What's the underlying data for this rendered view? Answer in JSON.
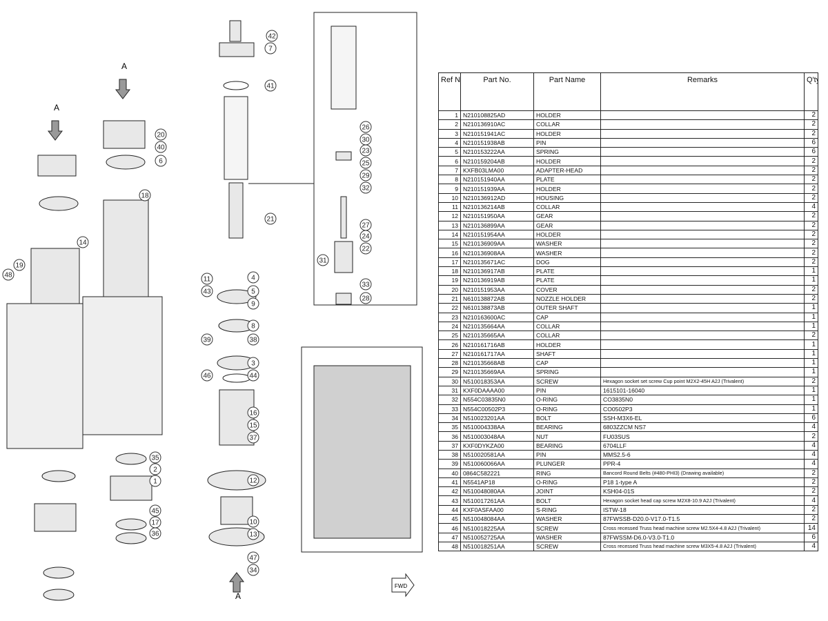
{
  "diagram": {
    "view_labels": [
      "A",
      "A",
      "A"
    ],
    "direction_label": "FWD",
    "callouts": [
      "42",
      "7",
      "41",
      "21",
      "11",
      "4",
      "43",
      "5",
      "9",
      "8",
      "39",
      "38",
      "3",
      "46",
      "44",
      "16",
      "15",
      "37",
      "12",
      "10",
      "13",
      "47",
      "34",
      "26",
      "30",
      "23",
      "25",
      "29",
      "32",
      "27",
      "24",
      "22",
      "31",
      "33",
      "28",
      "20",
      "40",
      "6",
      "18",
      "14",
      "35",
      "2",
      "1",
      "45",
      "17",
      "36",
      "48",
      "19"
    ]
  },
  "table": {
    "headers": {
      "ref": "Ref No.",
      "part_no": "Part No.",
      "part_name": "Part Name",
      "remarks": "Remarks",
      "qty": "Q'ty"
    },
    "rows": [
      {
        "ref": "1",
        "part_no": "N210108825AD",
        "name": "HOLDER",
        "remarks": "",
        "qty": "2"
      },
      {
        "ref": "2",
        "part_no": "N210136910AC",
        "name": "COLLAR",
        "remarks": "",
        "qty": "2"
      },
      {
        "ref": "3",
        "part_no": "N210151941AC",
        "name": "HOLDER",
        "remarks": "",
        "qty": "2"
      },
      {
        "ref": "4",
        "part_no": "N210151938AB",
        "name": "PIN",
        "remarks": "",
        "qty": "6"
      },
      {
        "ref": "5",
        "part_no": "N210153222AA",
        "name": "SPRING",
        "remarks": "",
        "qty": "6"
      },
      {
        "ref": "6",
        "part_no": "N210159204AB",
        "name": "HOLDER",
        "remarks": "",
        "qty": "2"
      },
      {
        "ref": "7",
        "part_no": "KXFB03LMA00",
        "name": "ADAPTER-HEAD",
        "remarks": "",
        "qty": "2"
      },
      {
        "ref": "8",
        "part_no": "N210151940AA",
        "name": "PLATE",
        "remarks": "",
        "qty": "2"
      },
      {
        "ref": "9",
        "part_no": "N210151939AA",
        "name": "HOLDER",
        "remarks": "",
        "qty": "2"
      },
      {
        "ref": "10",
        "part_no": "N210136912AD",
        "name": "HOUSING",
        "remarks": "",
        "qty": "2"
      },
      {
        "ref": "11",
        "part_no": "N210136214AB",
        "name": "COLLAR",
        "remarks": "",
        "qty": "4"
      },
      {
        "ref": "12",
        "part_no": "N210151950AA",
        "name": "GEAR",
        "remarks": "",
        "qty": "2"
      },
      {
        "ref": "13",
        "part_no": "N210136899AA",
        "name": "GEAR",
        "remarks": "",
        "qty": "2"
      },
      {
        "ref": "14",
        "part_no": "N210151954AA",
        "name": "HOLDER",
        "remarks": "",
        "qty": "2"
      },
      {
        "ref": "15",
        "part_no": "N210136909AA",
        "name": "WASHER",
        "remarks": "",
        "qty": "2"
      },
      {
        "ref": "16",
        "part_no": "N210136908AA",
        "name": "WASHER",
        "remarks": "",
        "qty": "2"
      },
      {
        "ref": "17",
        "part_no": "N210135671AC",
        "name": "DOG",
        "remarks": "",
        "qty": "2"
      },
      {
        "ref": "18",
        "part_no": "N210136917AB",
        "name": "PLATE",
        "remarks": "",
        "qty": "1"
      },
      {
        "ref": "19",
        "part_no": "N210136919AB",
        "name": "PLATE",
        "remarks": "",
        "qty": "1"
      },
      {
        "ref": "20",
        "part_no": "N210151953AA",
        "name": "COVER",
        "remarks": "",
        "qty": "2"
      },
      {
        "ref": "21",
        "part_no": "N610138872AB",
        "name": "NOZZLE HOLDER",
        "remarks": "",
        "qty": "2"
      },
      {
        "ref": "22",
        "part_no": "N610138873AB",
        "name": "OUTER SHAFT",
        "remarks": "",
        "qty": "1"
      },
      {
        "ref": "23",
        "part_no": "N210163600AC",
        "name": "CAP",
        "remarks": "",
        "qty": "1"
      },
      {
        "ref": "24",
        "part_no": "N210135664AA",
        "name": "COLLAR",
        "remarks": "",
        "qty": "1"
      },
      {
        "ref": "25",
        "part_no": "N210135665AA",
        "name": "COLLAR",
        "remarks": "",
        "qty": "2"
      },
      {
        "ref": "26",
        "part_no": "N210161716AB",
        "name": "HOLDER",
        "remarks": "",
        "qty": "1"
      },
      {
        "ref": "27",
        "part_no": "N210161717AA",
        "name": "SHAFT",
        "remarks": "",
        "qty": "1"
      },
      {
        "ref": "28",
        "part_no": "N210135668AB",
        "name": "CAP",
        "remarks": "",
        "qty": "1"
      },
      {
        "ref": "29",
        "part_no": "N210135669AA",
        "name": "SPRING",
        "remarks": "",
        "qty": "1"
      },
      {
        "ref": "30",
        "part_no": "N510018353AA",
        "name": "SCREW",
        "remarks": "Hexagon socket set screw Cup point M2X2-45H A2J (Trivalent)",
        "qty": "2"
      },
      {
        "ref": "31",
        "part_no": "KXF0DAAAA00",
        "name": "PIN",
        "remarks": "1615101-16040",
        "qty": "1"
      },
      {
        "ref": "32",
        "part_no": "N554C03835N0",
        "name": "O-RING",
        "remarks": "CO3835N0",
        "qty": "1"
      },
      {
        "ref": "33",
        "part_no": "N554C00502P3",
        "name": "O-RING",
        "remarks": "CO0502P3",
        "qty": "1"
      },
      {
        "ref": "34",
        "part_no": "N510023201AA",
        "name": "BOLT",
        "remarks": "SSH-M3X6-EL",
        "qty": "6"
      },
      {
        "ref": "35",
        "part_no": "N510004338AA",
        "name": "BEARING",
        "remarks": "6803ZZCM NS7",
        "qty": "4"
      },
      {
        "ref": "36",
        "part_no": "N510003048AA",
        "name": "NUT",
        "remarks": "FU03SUS",
        "qty": "2"
      },
      {
        "ref": "37",
        "part_no": "KXF0DYKZA00",
        "name": "BEARING",
        "remarks": "6704LLF",
        "qty": "4"
      },
      {
        "ref": "38",
        "part_no": "N510020581AA",
        "name": "PIN",
        "remarks": "MMS2.5-6",
        "qty": "4"
      },
      {
        "ref": "39",
        "part_no": "N510060066AA",
        "name": "PLUNGER",
        "remarks": "PPR-4",
        "qty": "4"
      },
      {
        "ref": "40",
        "part_no": "0864C582221",
        "name": "RING",
        "remarks": "Bancord Round Belts (#480-PHI3) (Drawing available)",
        "qty": "2"
      },
      {
        "ref": "41",
        "part_no": "N5541AP18",
        "name": "O-RING",
        "remarks": "P18 1-type A",
        "qty": "2"
      },
      {
        "ref": "42",
        "part_no": "N510048080AA",
        "name": "JOINT",
        "remarks": "KSH04-01S",
        "qty": "2"
      },
      {
        "ref": "43",
        "part_no": "N510017261AA",
        "name": "BOLT",
        "remarks": "Hexagon socket head cap screw M2X8-10.9 A2J (Trivalent)",
        "qty": "4"
      },
      {
        "ref": "44",
        "part_no": "KXF0ASFAA00",
        "name": "S-RING",
        "remarks": "ISTW-18",
        "qty": "2"
      },
      {
        "ref": "45",
        "part_no": "N510048084AA",
        "name": "WASHER",
        "remarks": "87FWSSB-D20.0-V17.0-T1.5",
        "qty": "2"
      },
      {
        "ref": "46",
        "part_no": "N510018225AA",
        "name": "SCREW",
        "remarks": "Cross recessed Truss head machine screw M2.5X4-4.8 A2J (Trivalent)",
        "qty": "14"
      },
      {
        "ref": "47",
        "part_no": "N510052725AA",
        "name": "WASHER",
        "remarks": "87FWSSM-D6.0-V3.0-T1.0",
        "qty": "6"
      },
      {
        "ref": "48",
        "part_no": "N510018251AA",
        "name": "SCREW",
        "remarks": "Cross recessed Truss head machine screw M3X5-4.8 A2J (Trivalent)",
        "qty": "4"
      }
    ]
  }
}
